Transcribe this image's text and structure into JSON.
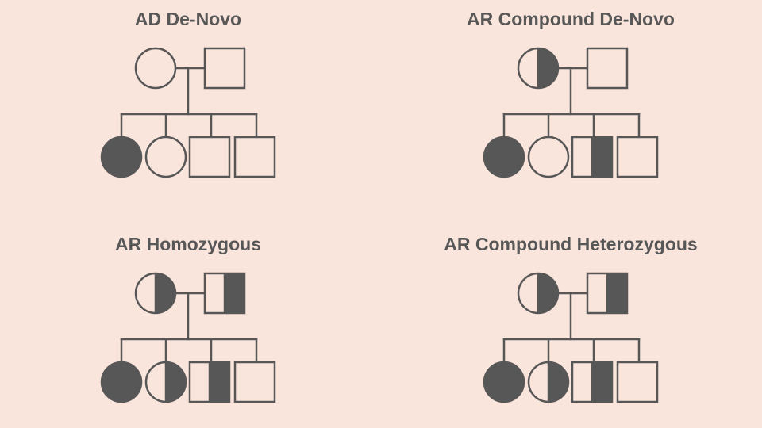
{
  "colors": {
    "background": "#fae5dc",
    "stroke": "#575757",
    "fill": "#575757"
  },
  "panels": [
    {
      "title": "AD De-Novo",
      "parents": [
        {
          "sex": "female",
          "status": "unaffected"
        },
        {
          "sex": "male",
          "status": "unaffected"
        }
      ],
      "children": [
        {
          "sex": "female",
          "status": "affected"
        },
        {
          "sex": "female",
          "status": "unaffected"
        },
        {
          "sex": "male",
          "status": "unaffected"
        },
        {
          "sex": "male",
          "status": "unaffected"
        }
      ]
    },
    {
      "title": "AR Compound De-Novo",
      "parents": [
        {
          "sex": "female",
          "status": "carrier"
        },
        {
          "sex": "male",
          "status": "unaffected"
        }
      ],
      "children": [
        {
          "sex": "female",
          "status": "affected"
        },
        {
          "sex": "female",
          "status": "unaffected"
        },
        {
          "sex": "male",
          "status": "carrier"
        },
        {
          "sex": "male",
          "status": "unaffected"
        }
      ]
    },
    {
      "title": "AR Homozygous",
      "parents": [
        {
          "sex": "female",
          "status": "carrier"
        },
        {
          "sex": "male",
          "status": "carrier"
        }
      ],
      "children": [
        {
          "sex": "female",
          "status": "affected"
        },
        {
          "sex": "female",
          "status": "carrier"
        },
        {
          "sex": "male",
          "status": "carrier"
        },
        {
          "sex": "male",
          "status": "unaffected"
        }
      ]
    },
    {
      "title": "AR Compound Heterozygous",
      "parents": [
        {
          "sex": "female",
          "status": "carrier"
        },
        {
          "sex": "male",
          "status": "carrier"
        }
      ],
      "children": [
        {
          "sex": "female",
          "status": "affected"
        },
        {
          "sex": "female",
          "status": "carrier"
        },
        {
          "sex": "male",
          "status": "carrier"
        },
        {
          "sex": "male",
          "status": "unaffected"
        }
      ]
    }
  ]
}
